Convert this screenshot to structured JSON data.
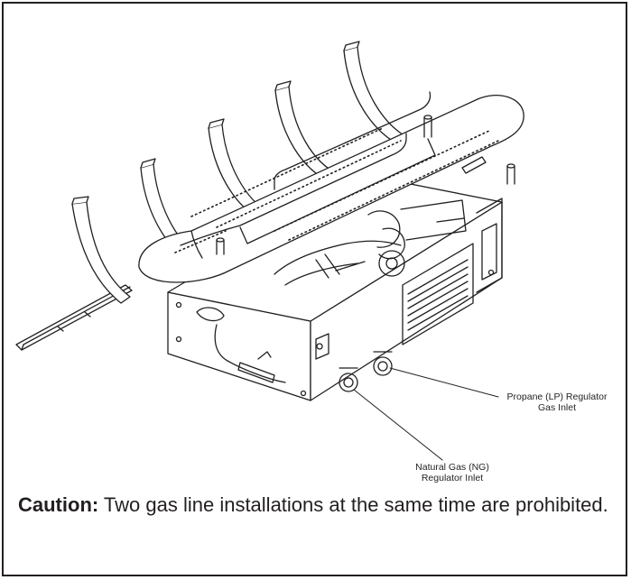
{
  "callouts": {
    "propane": {
      "line1": "Propane (LP) Regulator",
      "line2": "Gas Inlet"
    },
    "natural_gas": {
      "line1": "Natural Gas (NG)",
      "line2": "Regulator Inlet"
    }
  },
  "caution": {
    "label": "Caution:",
    "text": " Two gas line installations at the same time are prohibited."
  },
  "colors": {
    "ink": "#231f20",
    "paper": "#ffffff"
  }
}
